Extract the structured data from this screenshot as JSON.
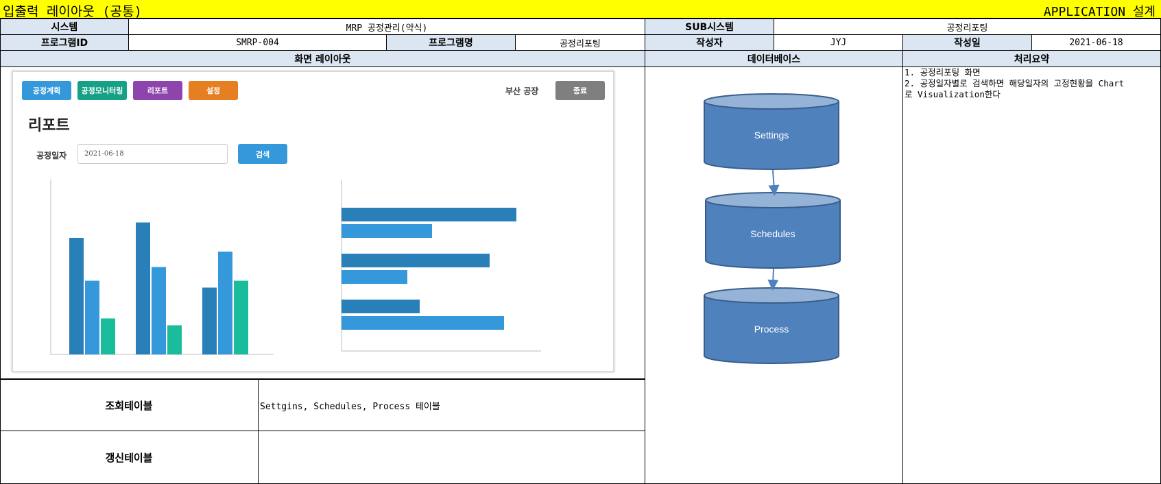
{
  "header": {
    "title": "입출력 레이아웃 (공통)",
    "right": "APPLICATION 설계"
  },
  "info": {
    "system_label": "시스템",
    "system_value": "MRP 공정관리(약식)",
    "sub_label": "SUB시스템",
    "sub_value": "공정리포팅",
    "pid_label": "프로그램ID",
    "pid_value": "SMRP-004",
    "pname_label": "프로그램명",
    "pname_value": "공정리포팅",
    "author_label": "작성자",
    "author_value": "JYJ",
    "date_label": "작성일",
    "date_value": "2021-06-18"
  },
  "sections": {
    "screen": "화면 레이아웃",
    "db": "데이터베이스",
    "summary": "처리요약"
  },
  "screen": {
    "tabs": [
      {
        "label": "공정계획",
        "color": "#3498db"
      },
      {
        "label": "공정모니터링",
        "color": "#16a085"
      },
      {
        "label": "리포트",
        "color": "#8e44ad"
      },
      {
        "label": "설정",
        "color": "#e67e22"
      }
    ],
    "factory": "부산 공장",
    "exit": "종료",
    "title": "리포트",
    "date_label": "공정일자",
    "date_value": "2021-06-18",
    "search": "검색"
  },
  "chart_data": [
    {
      "type": "bar",
      "categories": [
        "",
        "",
        ""
      ],
      "series": [
        {
          "values": [
            68,
            77,
            39
          ],
          "color": "#2980b9"
        },
        {
          "values": [
            43,
            51,
            60
          ],
          "color": "#3498db"
        },
        {
          "values": [
            21,
            17,
            43
          ],
          "color": "#1abc9c"
        }
      ],
      "ylim": [
        0,
        100
      ]
    },
    {
      "type": "bar",
      "orientation": "horizontal",
      "categories": [
        "",
        "",
        ""
      ],
      "series": [
        {
          "values": [
            85,
            72,
            38
          ],
          "color": "#2980b9"
        },
        {
          "values": [
            44,
            32,
            79
          ],
          "color": "#3498db"
        }
      ],
      "xlim": [
        0,
        100
      ]
    }
  ],
  "database": {
    "tables": [
      "Settings",
      "Schedules",
      "Process"
    ],
    "fill": "#4f81bd",
    "top_fill": "#95b3d7",
    "stroke": "#385d8a"
  },
  "summary": {
    "lines": [
      "1. 공정리포팅 화면",
      "2. 공정일자별로 검색하면 해당일자의 고정현황을 Chart",
      "로 Visualization한다"
    ]
  },
  "tables": {
    "query_label": "조회테이블",
    "query_value": "Settgins, Schedules, Process 테이블",
    "update_label": "갱신테이블",
    "update_value": ""
  }
}
